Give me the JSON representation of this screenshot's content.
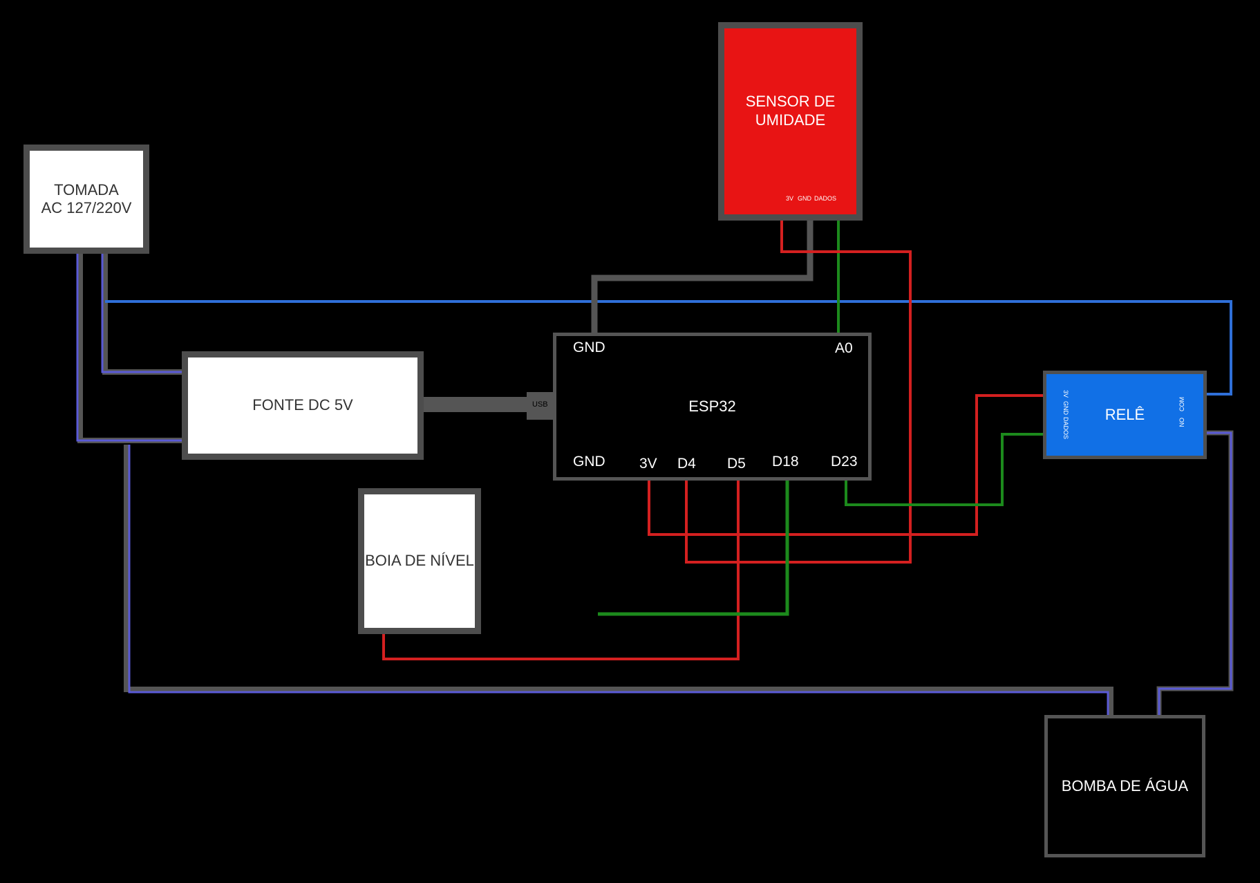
{
  "components": {
    "tomada": {
      "label": "TOMADA\nAC 127/220V"
    },
    "fonte": {
      "label": "FONTE DC 5V"
    },
    "esp32": {
      "label": "ESP32",
      "usb_label": "USB",
      "pins": {
        "gnd_top": "GND",
        "a0": "A0",
        "gnd_bottom": "GND",
        "v3": "3V",
        "d4": "D4",
        "d5": "D5",
        "d18": "D18",
        "d23": "D23"
      }
    },
    "sensor": {
      "label": "SENSOR DE\nUMIDADE",
      "pins": [
        "3V",
        "GND",
        "DADOS"
      ]
    },
    "rele": {
      "label": "RELÊ",
      "pins_left": [
        "3V",
        "GND",
        "DADOS"
      ],
      "pins_right": [
        "NO",
        "COM"
      ]
    },
    "boia": {
      "label": "BOIA DE NÍVEL"
    },
    "bomba": {
      "label": "BOMBA DE ÁGUA"
    }
  },
  "colors": {
    "gnd_wire": "#555555",
    "vcc_wire": "#d42020",
    "signal_wire": "#1c8a1c",
    "ac_wire": "#5a5ad6",
    "ac_hot_wire": "#2f6fd8"
  }
}
